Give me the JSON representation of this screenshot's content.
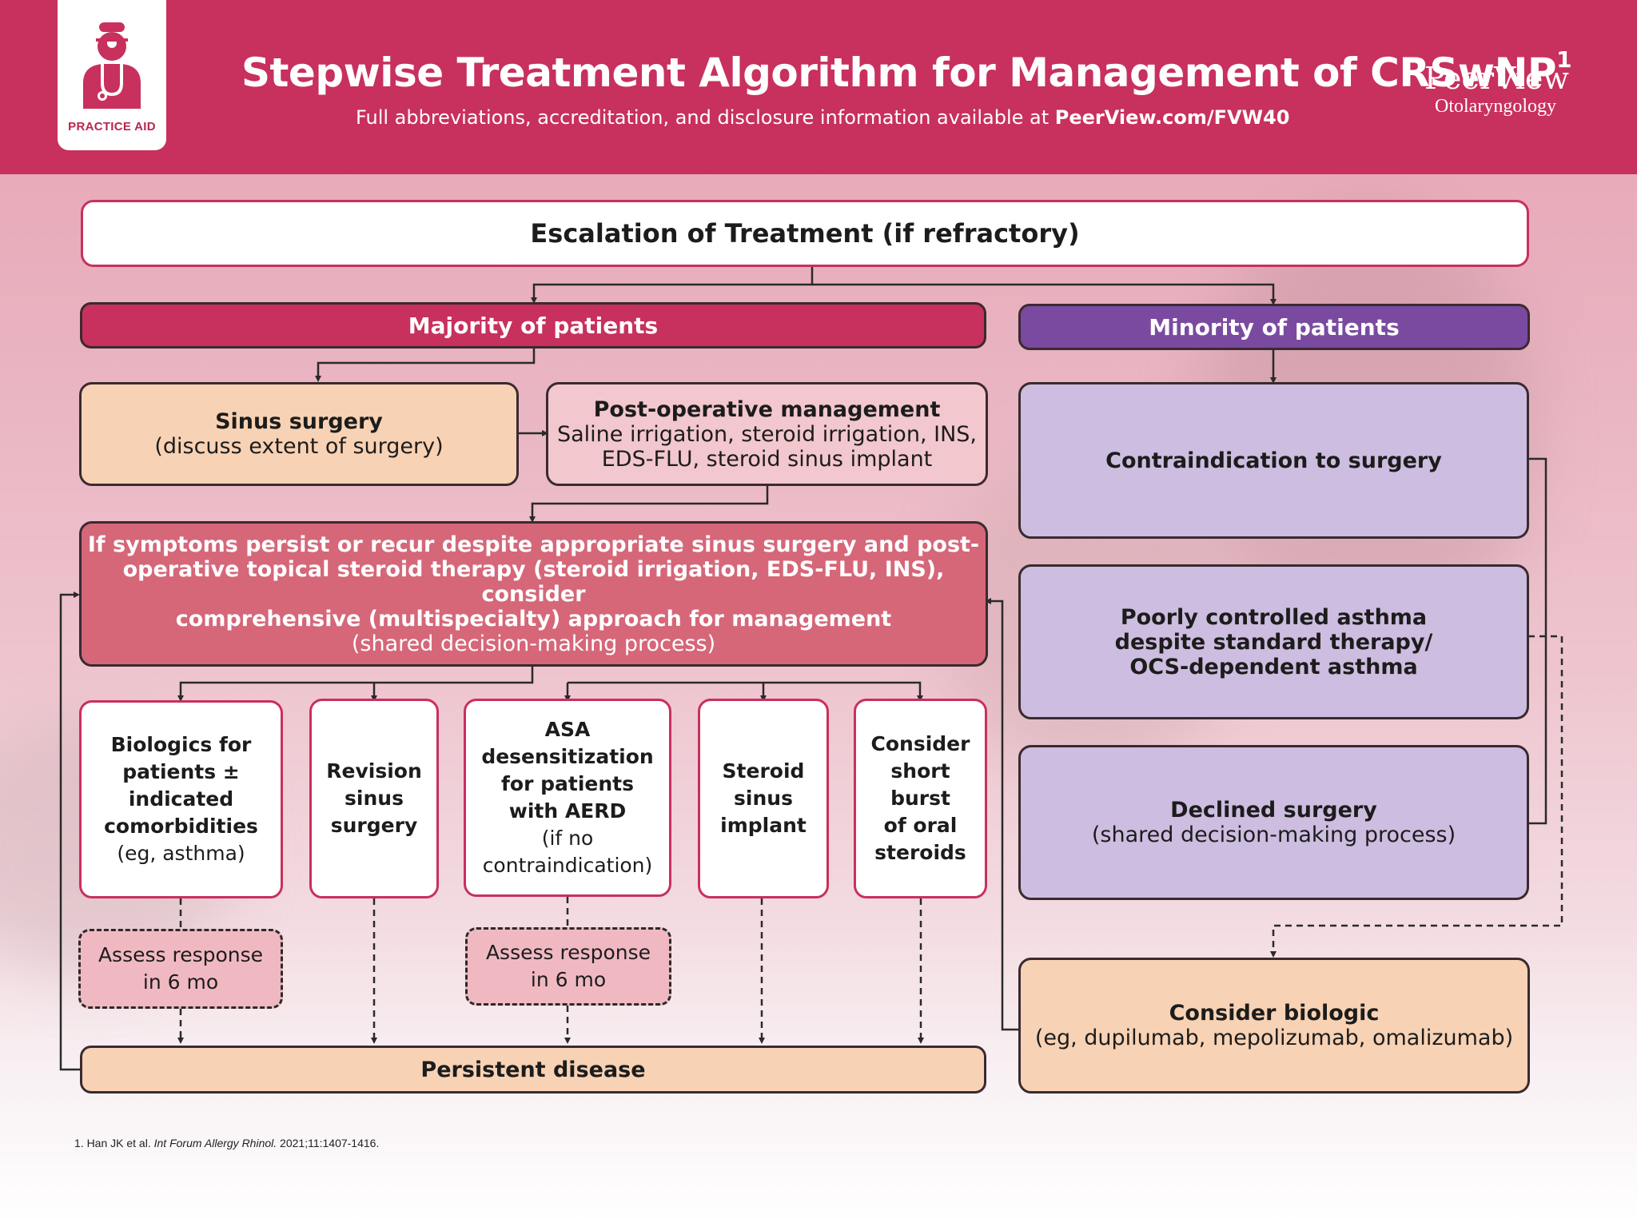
{
  "header": {
    "badge_label": "PRACTICE AID",
    "title": "Stepwise Treatment Algorithm for Management of CRSwNP",
    "title_sup": "1",
    "subtitle_prefix": "Full abbreviations, accreditation, and disclosure information available at ",
    "subtitle_link": "PeerView.com/FVW40",
    "brand": "PeerView",
    "brand_sub": "Otolaryngology"
  },
  "colors": {
    "header": "#c8305d",
    "majority": "#c8305d",
    "minority": "#7a4aa0",
    "peach": "#f8d2b4",
    "lavender": "#cdbde0",
    "persist": "#d56779"
  },
  "icons": {
    "badge": "doctor-stethoscope-icon"
  },
  "flow": {
    "escalation": "Escalation of Treatment (if refractory)",
    "majority": "Majority of patients",
    "minority": "Minority of patients",
    "sinus_surgery": {
      "title": "Sinus surgery",
      "note": "(discuss extent of surgery)"
    },
    "postop": {
      "title": "Post-operative management",
      "line1": "Saline irrigation, steroid irrigation, INS,",
      "line2": "EDS-FLU, steroid sinus implant"
    },
    "persist_main": {
      "line1": "If symptoms persist or recur despite appropriate sinus surgery and post-",
      "line2": "operative topical steroid therapy (steroid irrigation, EDS-FLU, INS), consider",
      "line3": "comprehensive (multispecialty) approach for management",
      "note": "(shared decision-making process)"
    },
    "options": {
      "biologics": {
        "l1": "Biologics for",
        "l2": "patients ±",
        "l3": "indicated",
        "l4": "comorbidities",
        "note": "(eg, asthma)"
      },
      "revision": {
        "l1": "Revision",
        "l2": "sinus",
        "l3": "surgery"
      },
      "asa": {
        "l1": "ASA",
        "l2": "desensitization",
        "l3": "for patients",
        "l4": "with AERD",
        "n1": "(if no",
        "n2": "contraindication)"
      },
      "implant": {
        "l1": "Steroid",
        "l2": "sinus",
        "l3": "implant"
      },
      "ocs": {
        "l1": "Consider",
        "l2": "short",
        "l3": "burst",
        "l4": "of oral",
        "l5": "steroids"
      }
    },
    "assess1": {
      "l1": "Assess response",
      "l2": "in 6 mo"
    },
    "assess2": {
      "l1": "Assess response",
      "l2": "in 6 mo"
    },
    "persistent": "Persistent disease",
    "minority_items": {
      "contra": "Contraindication to surgery",
      "asthma": {
        "l1": "Poorly controlled asthma",
        "l2": "despite standard therapy/",
        "l3": "OCS-dependent asthma"
      },
      "declined": {
        "title": "Declined surgery",
        "note": "(shared decision-making process)"
      }
    },
    "consider_biologic": {
      "title": "Consider biologic",
      "note": "(eg, dupilumab, mepolizumab, omalizumab)"
    }
  },
  "footnote": {
    "prefix": "1. Han JK et al. ",
    "journal": "Int Forum Allergy Rhinol.",
    "citation": " 2021;11:1407-1416."
  }
}
